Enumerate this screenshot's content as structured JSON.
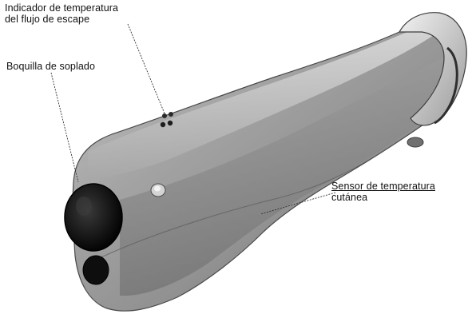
{
  "callouts": {
    "exhaust_temperature_indicator": {
      "line1": "Indicador de temperatura",
      "line2": "del flujo de escape"
    },
    "blow_nozzle": {
      "line1": "Boquilla de soplado"
    },
    "skin_temperature_sensor": {
      "line1": "Sensor de temperatura",
      "line2": "cutánea"
    }
  },
  "colors": {
    "background": "#ffffff",
    "device_body": "#9b9b9b",
    "device_highlight": "#d8d8d8",
    "nozzle": "#0c0c0c",
    "leader_line": "#333333"
  }
}
